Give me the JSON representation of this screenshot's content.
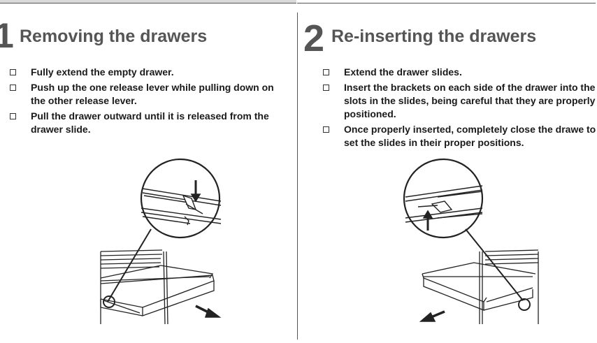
{
  "left": {
    "step_number": "1",
    "heading": "Removing the drawers",
    "steps": [
      "Fully extend the empty drawer.",
      "Push up the one release lever while pulling down on the other release lever.",
      "Pull the drawer outward until it is released from the drawer slide."
    ]
  },
  "right": {
    "step_number": "2",
    "heading": "Re-inserting the drawers",
    "steps": [
      "Extend the drawer slides.",
      "Insert the brackets on each side of the drawer into the slots in the slides, being careful that they are properly positioned.",
      "Once properly inserted, completely close the drawe to set the slides in their proper positions."
    ]
  }
}
